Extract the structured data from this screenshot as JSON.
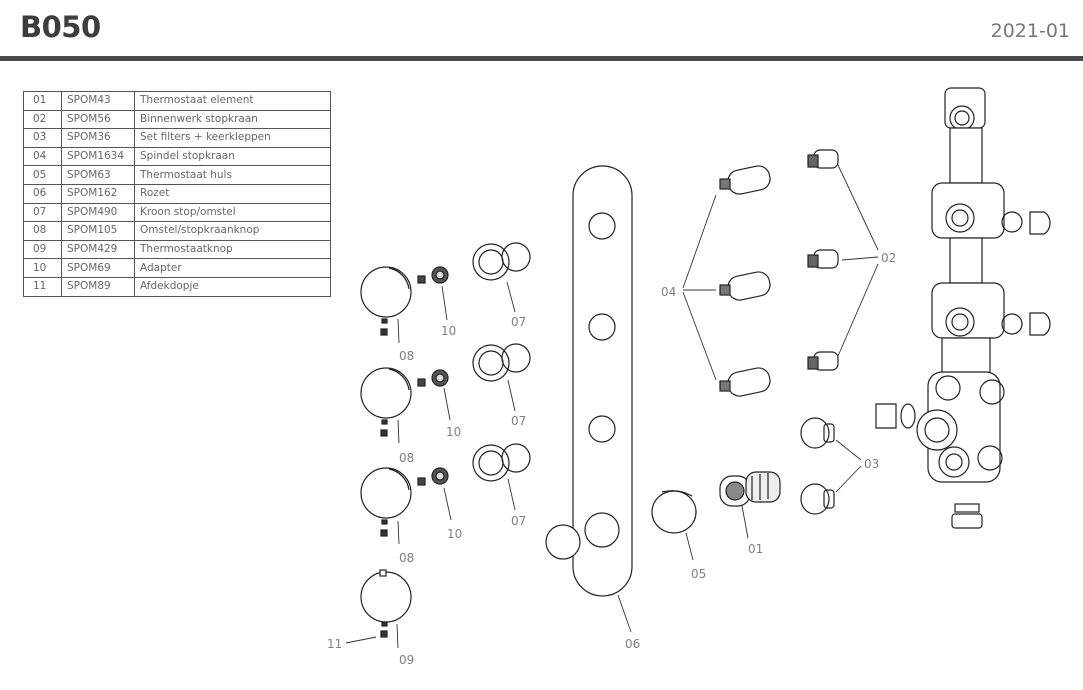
{
  "header": {
    "title": "B050",
    "date": "2021-01"
  },
  "parts": [
    {
      "num": "01",
      "code": "SPOM43",
      "desc": "Thermostaat element"
    },
    {
      "num": "02",
      "code": "SPOM56",
      "desc": "Binnenwerk stopkraan"
    },
    {
      "num": "03",
      "code": "SPOM36",
      "desc": "Set filters + keerkleppen"
    },
    {
      "num": "04",
      "code": "SPOM1634",
      "desc": "Spindel stopkraan"
    },
    {
      "num": "05",
      "code": "SPOM63",
      "desc": "Thermostaat huls"
    },
    {
      "num": "06",
      "code": "SPOM162",
      "desc": "Rozet"
    },
    {
      "num": "07",
      "code": "SPOM490",
      "desc": "Kroon stop/omstel"
    },
    {
      "num": "08",
      "code": "SPOM105",
      "desc": "Omstel/stopkraanknop"
    },
    {
      "num": "09",
      "code": "SPOM429",
      "desc": "Thermostaatknop"
    },
    {
      "num": "10",
      "code": "SPOM69",
      "desc": "Adapter"
    },
    {
      "num": "11",
      "code": "SPOM89",
      "desc": "Afdekdopje"
    }
  ],
  "callouts": {
    "c01": "01",
    "c02": "02",
    "c03": "03",
    "c04": "04",
    "c05": "05",
    "c06": "06",
    "c07": "07",
    "c08": "08",
    "c09": "09",
    "c10": "10",
    "c11": "11"
  },
  "colors": {
    "rule": "#4a4d50",
    "line": "#222222",
    "callout_text": "#808080"
  }
}
